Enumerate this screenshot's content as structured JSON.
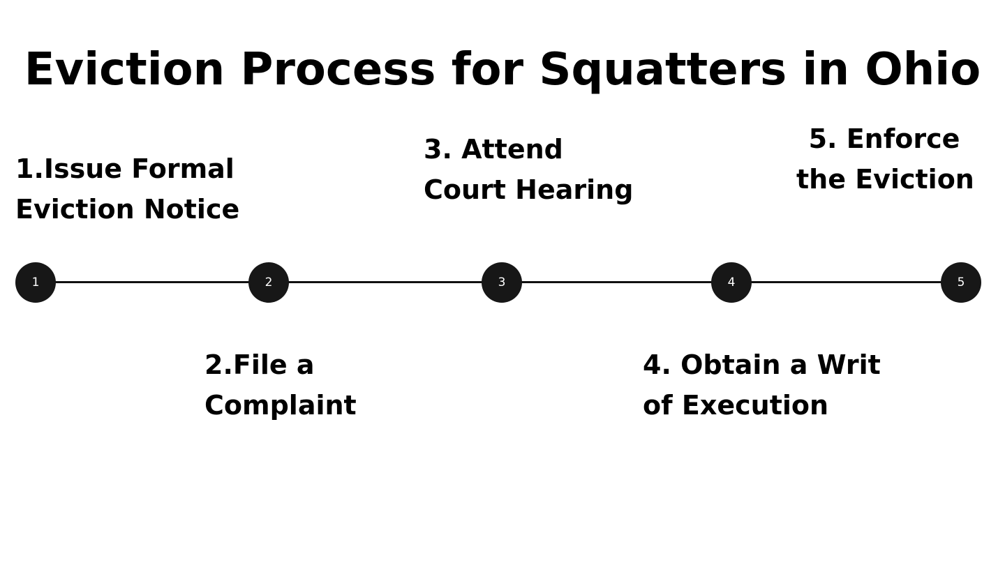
{
  "title": "Eviction Process for Squatters in Ohio",
  "steps": [
    {
      "number": "1",
      "line1": "1.Issue Formal",
      "line2": "Eviction Notice"
    },
    {
      "number": "2",
      "line1": "2.File a",
      "line2": "Complaint"
    },
    {
      "number": "3",
      "line1": "3. Attend",
      "line2": "Court Hearing"
    },
    {
      "number": "4",
      "line1": "4. Obtain a Writ",
      "line2": "of Execution"
    },
    {
      "number": "5",
      "line1": "5. Enforce",
      "line2": "the Eviction"
    }
  ],
  "colors": {
    "background": "#ffffff",
    "text": "#000000",
    "node_fill": "#171717",
    "node_text": "#ffffff",
    "line": "#111111"
  }
}
